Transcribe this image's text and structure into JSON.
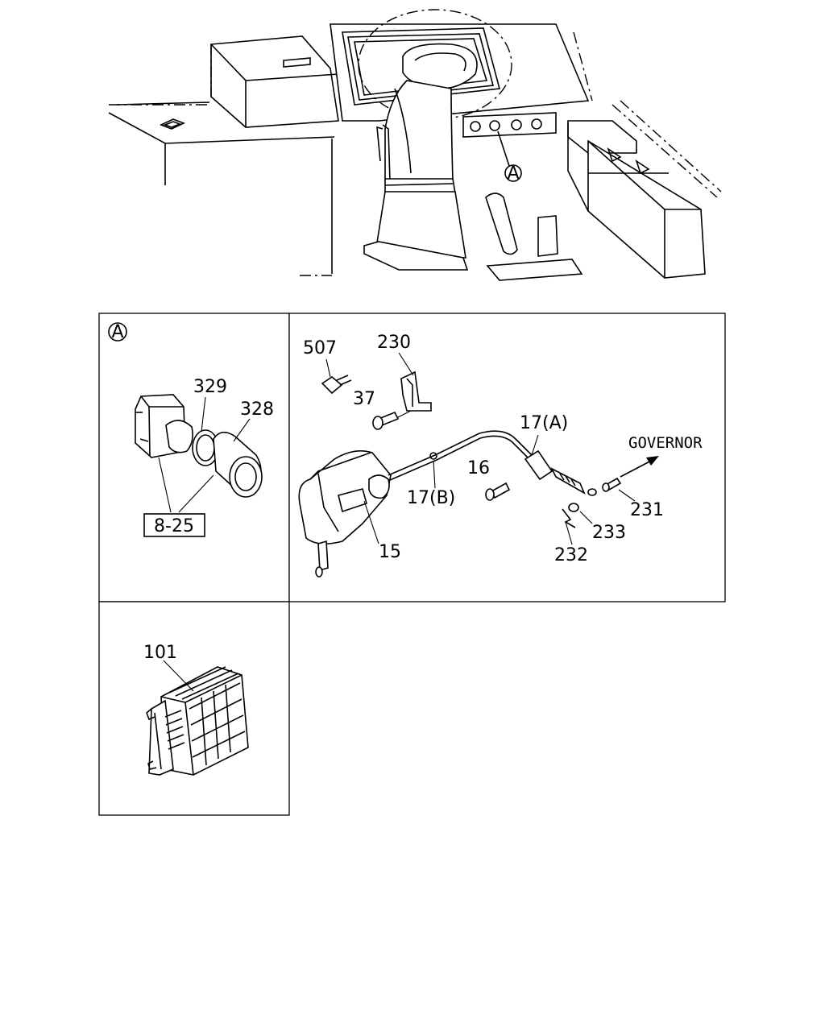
{
  "overview": {
    "callout_a": "A"
  },
  "detail_a": {
    "marker": "A",
    "labels": {
      "p329": "329",
      "p328": "328",
      "p8_25": "8-25"
    }
  },
  "cable_assembly": {
    "labels": {
      "p507": "507",
      "p230": "230",
      "p37": "37",
      "p17a": "17(A)",
      "governor": "GOVERNOR",
      "p16": "16",
      "p17b": "17(B)",
      "p231": "231",
      "p233": "233",
      "p15": "15",
      "p232": "232"
    }
  },
  "control_unit": {
    "labels": {
      "p101": "101"
    }
  }
}
